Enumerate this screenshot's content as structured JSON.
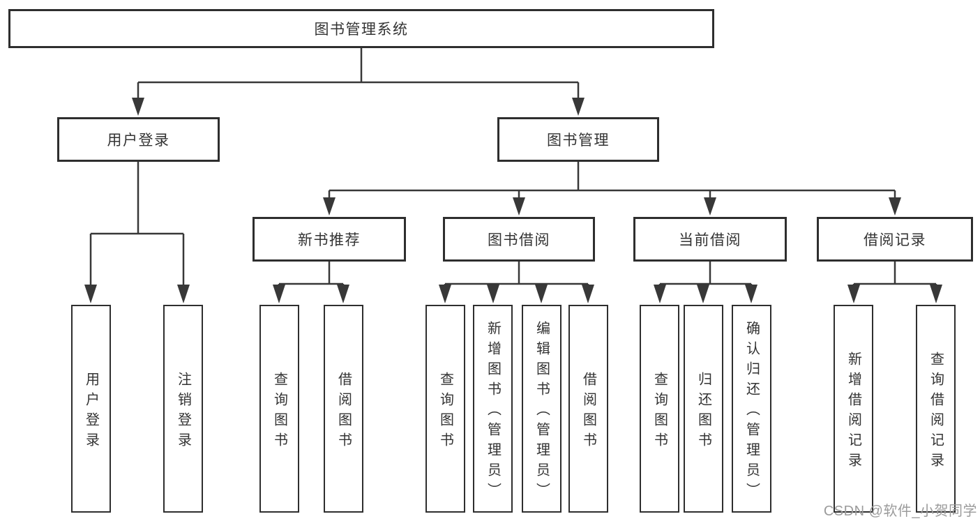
{
  "diagram": {
    "title_node": "图书管理系统",
    "nodes": {
      "root": "图书管理系统",
      "user_login": "用户登录",
      "book_management": "图书管理",
      "new_book_recommend": "新书推荐",
      "book_borrowing": "图书借阅",
      "current_borrowing": "当前借阅",
      "borrowing_records": "借阅记录",
      "leaf_user_login": "用户登录",
      "leaf_logout": "注销登录",
      "leaf_query_book_a": "查询图书",
      "leaf_borrow_book_a": "借阅图书",
      "leaf_query_book_b": "查询图书",
      "leaf_add_book": "新增图书（管理员）",
      "leaf_edit_book": "编辑图书（管理员）",
      "leaf_borrow_book_b": "借阅图书",
      "leaf_query_book_c": "查询图书",
      "leaf_return_book": "归还图书",
      "leaf_confirm_return": "确认归还（管理员）",
      "leaf_add_record": "新增借阅记录",
      "leaf_query_record": "查询借阅记录"
    },
    "colors": {
      "line": "#383838",
      "box_border": "#2e2e2e",
      "text": "#333333",
      "background": "#ffffff",
      "watermark": "#9b9b9b"
    }
  },
  "watermark": {
    "text": "CSDN @软件_小贺同学"
  }
}
